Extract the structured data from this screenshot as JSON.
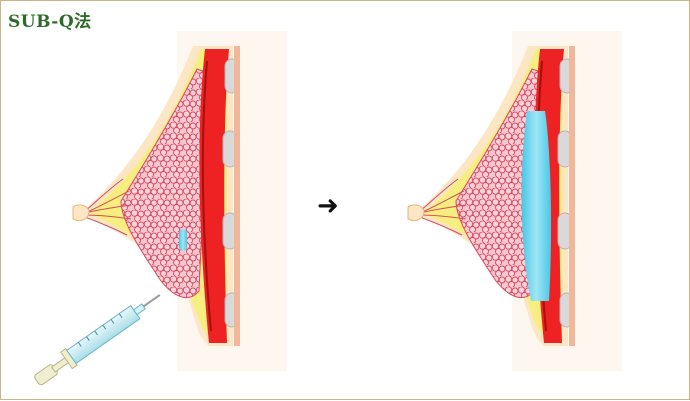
{
  "title": "SUB-Q法",
  "arrow_glyph": "➜",
  "colors": {
    "title": "#2e6b2a",
    "frame_border": "#c9b78a",
    "skin": "#fde6c4",
    "subcutaneous_fat": "#f7ee80",
    "muscle": "#ee2222",
    "muscle_dark": "#a80f0f",
    "gland_fill": "#f7c6cf",
    "gland_stroke": "#d64a5e",
    "filler": "#5fd4ee",
    "rib": "#d9d9d9",
    "syringe_barrel": "#cfeef5",
    "syringe_plunger": "#efefd0"
  },
  "panels": [
    {
      "id": "before",
      "shows_syringe": true,
      "filler_amount": "small"
    },
    {
      "id": "after",
      "shows_syringe": false,
      "filler_amount": "large"
    }
  ]
}
